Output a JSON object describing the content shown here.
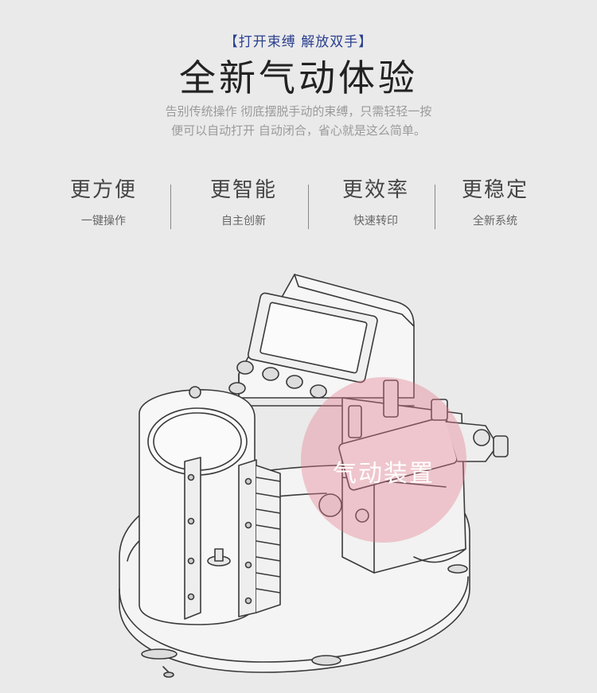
{
  "header": {
    "tagline": "【打开束缚 解放双手】",
    "title": "全新气动体验",
    "desc_line1": "告别传统操作 彻底摆脱手动的束缚，只需轻轻一按",
    "desc_line2": "便可以自动打开 自动闭合，省心就是这么简单。"
  },
  "features": [
    {
      "title": "更方便",
      "subtitle": "一键操作"
    },
    {
      "title": "更智能",
      "subtitle": "自主创新"
    },
    {
      "title": "更效率",
      "subtitle": "快速转印"
    },
    {
      "title": "更稳定",
      "subtitle": "全新系统"
    }
  ],
  "callout": {
    "label": "气动装置"
  }
}
